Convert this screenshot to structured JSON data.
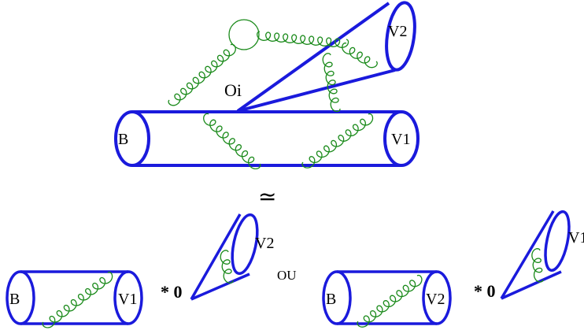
{
  "top": {
    "tube_left": "B",
    "tube_right": "V1",
    "cone_label": "V2",
    "vertex": "Oi"
  },
  "equiv_symbol": "≃",
  "bottom_left": {
    "tube_left": "B",
    "tube_right": "V1",
    "times": "* 0",
    "cone_label": "V2"
  },
  "or_word": "OU",
  "bottom_right": {
    "tube_left": "B",
    "tube_right": "V2",
    "times": "* 0",
    "cone_label": "V1"
  },
  "colors": {
    "meson": "#1a1adc",
    "gluon": "#1a8a1a",
    "text": "#000000"
  }
}
